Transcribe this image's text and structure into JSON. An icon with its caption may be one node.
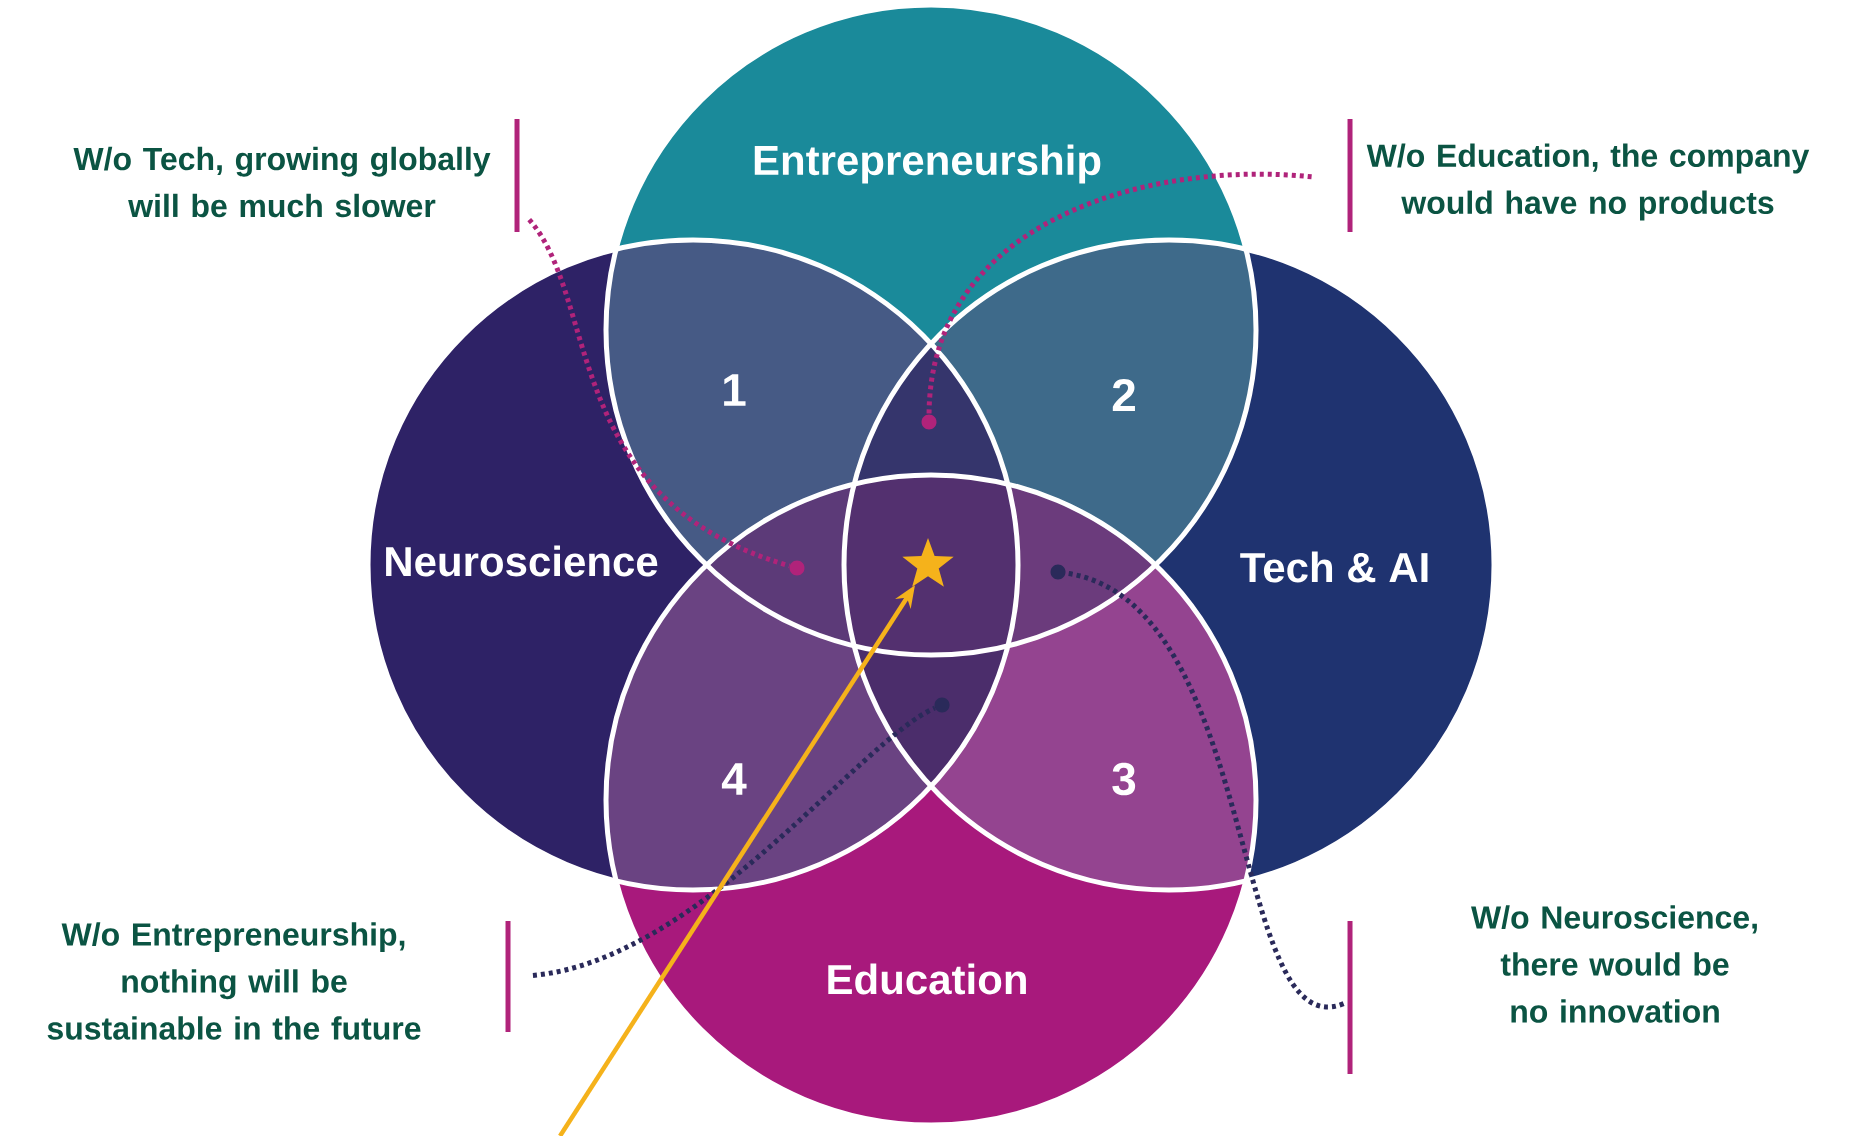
{
  "diagram": {
    "nodes": [
      {
        "text": [
          "W/o Tech, growing globally will be much slower"
        ]
      },
      {
        "text": [
          "Entrepreneurship"
        ]
      },
      {
        "text": [
          "W/o Education, the company would have no products"
        ]
      },
      {
        "text": [
          "Neuroscience"
        ]
      },
      {
        "text": [
          "Tech & AI"
        ]
      },
      {
        "text": [
          "Education"
        ]
      },
      {
        "text": [
          "W/o Entrepreneurship, nothing will be sustainable in the future"
        ]
      },
      {
        "text": [
          "W/o Neuroscience, there would be no innovation"
        ]
      },
      {
        "text": [],
        "shape": "circle"
      },
      {
        "text": [],
        "shape": "circle"
      },
      {
        "text": [],
        "shape": "star"
      },
      {
        "text": [],
        "shape": "circle"
      },
      {
        "text": [],
        "shape": "circle"
      }
    ],
    "edges": [
      {
        "from": 0,
        "to": 9,
        "arrow": "none",
        "style": "dashed",
        "color": "#b0237a"
      },
      {
        "from": 2,
        "to": 8,
        "arrow": "none",
        "style": "dashed",
        "color": "#b0237a"
      },
      {
        "from": 6,
        "to": 12,
        "arrow": "none",
        "style": "dashed",
        "color": "#2a2a5a"
      },
      {
        "from": 7,
        "to": 11,
        "arrow": "none",
        "style": "dashed",
        "color": "#2a2a5a"
      },
      {
        "from": null,
        "to": 10,
        "arrow": "to",
        "color": "#f5b21b"
      }
    ],
    "labels": [
      "1",
      "2",
      "4",
      "3"
    ]
  }
}
